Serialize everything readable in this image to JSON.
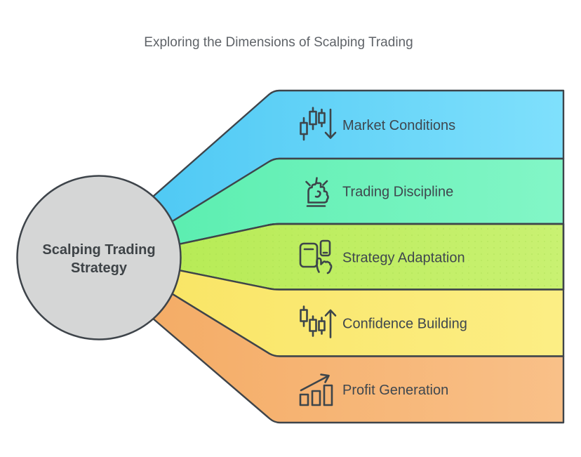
{
  "title": "Exploring the Dimensions of Scalping Trading",
  "center": {
    "label_line1": "Scalping Trading",
    "label_line2": "Strategy"
  },
  "bands": [
    {
      "label": "Market Conditions",
      "icon": "candlestick-down-icon",
      "color_start": "#4fc9f4",
      "color_end": "#7fe0fc"
    },
    {
      "label": "Trading Discipline",
      "icon": "fist-icon",
      "color_start": "#5beeb0",
      "color_end": "#83f6c7"
    },
    {
      "label": "Strategy Adaptation",
      "icon": "devices-tap-icon",
      "color_start": "#b7eb56",
      "color_end": "#c9f172"
    },
    {
      "label": "Confidence Building",
      "icon": "candlestick-up-icon",
      "color_start": "#f9e566",
      "color_end": "#fcee85"
    },
    {
      "label": "Profit Generation",
      "icon": "bar-chart-rise-icon",
      "color_start": "#f4ac66",
      "color_end": "#f9c088"
    }
  ],
  "colors": {
    "border": "#3e444a",
    "circle_fill": "#d5d6d6",
    "title": "#5f6368",
    "label": "#3f474e",
    "center_text": "#3e4347",
    "icon": "#3d454a",
    "green_dot": "#9fd64a"
  }
}
